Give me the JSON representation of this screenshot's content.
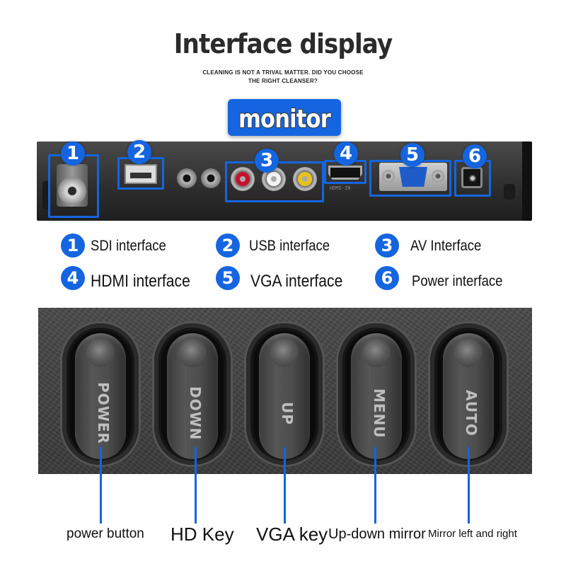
{
  "header": {
    "title": "Interface display",
    "subtitle_line1": "CLEANING IS NOT A TRIVAL MATTER. DID YOU CHOOSE",
    "subtitle_line2": "THE RIGHT CLEANSER?",
    "tag": "monitor"
  },
  "ports": [
    {
      "num": "1",
      "label": "SDI interface",
      "icon": "coax-port-icon"
    },
    {
      "num": "2",
      "label": "USB interface",
      "icon": "usb-port-icon"
    },
    {
      "num": "3",
      "label": "AV Interface",
      "icon": "rca-port-icon"
    },
    {
      "num": "4",
      "label": "HDMI interface",
      "icon": "hdmi-port-icon"
    },
    {
      "num": "5",
      "label": "VGA interface",
      "icon": "vga-port-icon"
    },
    {
      "num": "6",
      "label": "Power interface",
      "icon": "dc-power-port-icon"
    }
  ],
  "port_panel_text": {
    "hdmi_mark": "HDMI-IN"
  },
  "colors": {
    "accent": "#1565e0",
    "rca_red": "#c8102e",
    "rca_white": "#f2f2f2",
    "rca_yellow": "#e8c21a"
  },
  "buttons": [
    {
      "key": "POWER",
      "caption": "power button"
    },
    {
      "key": "DOWN",
      "caption": "HD Key"
    },
    {
      "key": "UP",
      "caption": "VGA key"
    },
    {
      "key": "MENU",
      "caption": "Up-down mirror"
    },
    {
      "key": "AUTO",
      "caption": "Mirror left and right"
    }
  ]
}
